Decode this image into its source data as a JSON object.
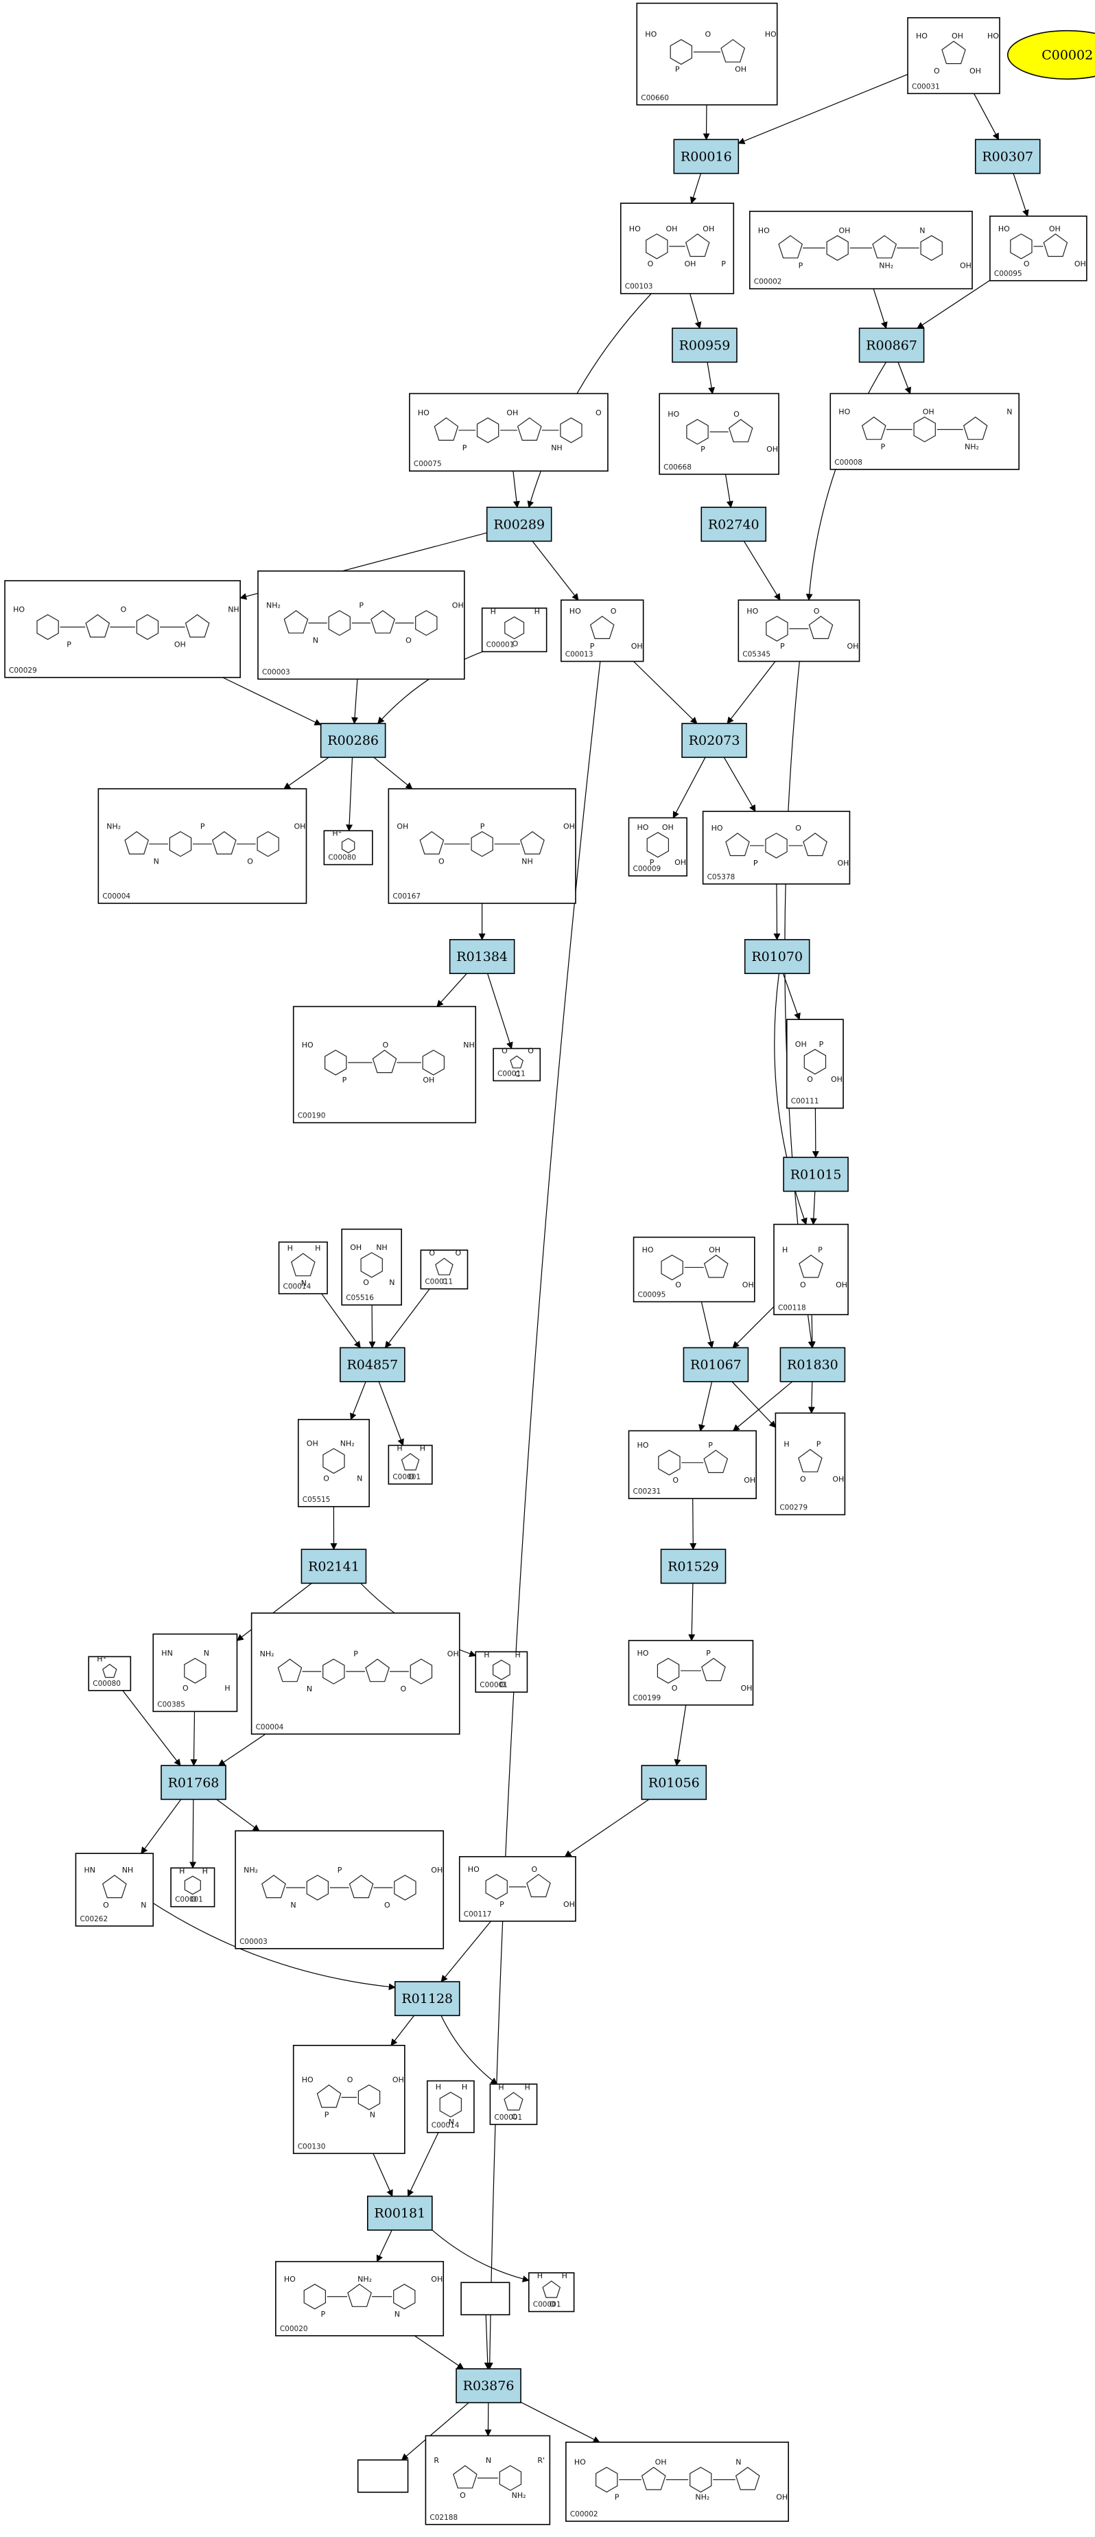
{
  "highlight": {
    "label": "C00002"
  },
  "reactions": [
    {
      "id": "R00016"
    },
    {
      "id": "R00307"
    },
    {
      "id": "R00959"
    },
    {
      "id": "R00867"
    },
    {
      "id": "R00289"
    },
    {
      "id": "R02740"
    },
    {
      "id": "R00286"
    },
    {
      "id": "R02073"
    },
    {
      "id": "R01384"
    },
    {
      "id": "R01070"
    },
    {
      "id": "R01015"
    },
    {
      "id": "R04857"
    },
    {
      "id": "R01067"
    },
    {
      "id": "R01830"
    },
    {
      "id": "R02141"
    },
    {
      "id": "R01529"
    },
    {
      "id": "R01768"
    },
    {
      "id": "R01056"
    },
    {
      "id": "R01128"
    },
    {
      "id": "R00181"
    },
    {
      "id": "R03876"
    }
  ],
  "compounds": [
    {
      "id": "C00660",
      "atoms": [
        "HO",
        "P",
        "O",
        "OH",
        "HO"
      ]
    },
    {
      "id": "C00031",
      "atoms": [
        "HO",
        "O",
        "OH",
        "OH",
        "HO"
      ]
    },
    {
      "id": "C00103",
      "atoms": [
        "HO",
        "O",
        "OH",
        "OH",
        "OH",
        "P"
      ]
    },
    {
      "id": "C00002",
      "atoms": [
        "HO",
        "P",
        "OH",
        "NH₂",
        "N",
        "OH"
      ]
    },
    {
      "id": "C00095",
      "atoms": [
        "HO",
        "O",
        "OH",
        "OH"
      ]
    },
    {
      "id": "C00075",
      "atoms": [
        "HO",
        "P",
        "OH",
        "NH",
        "O"
      ]
    },
    {
      "id": "C00668",
      "atoms": [
        "HO",
        "P",
        "O",
        "OH"
      ]
    },
    {
      "id": "C00008",
      "atoms": [
        "HO",
        "P",
        "OH",
        "NH₂",
        "N"
      ]
    },
    {
      "id": "C00029",
      "atoms": [
        "HO",
        "P",
        "O",
        "OH",
        "NH"
      ]
    },
    {
      "id": "C00003",
      "atoms": [
        "NH₂",
        "N",
        "P",
        "O",
        "OH"
      ]
    },
    {
      "id": "C00001",
      "atoms": [
        "H",
        "O",
        "H"
      ]
    },
    {
      "id": "C00013",
      "atoms": [
        "HO",
        "P",
        "O",
        "OH"
      ]
    },
    {
      "id": "C05345",
      "atoms": [
        "HO",
        "P",
        "O",
        "OH"
      ]
    },
    {
      "id": "C00004",
      "atoms": [
        "NH₂",
        "N",
        "P",
        "O",
        "OH"
      ]
    },
    {
      "id": "C00080",
      "atoms": [
        "H⁺"
      ]
    },
    {
      "id": "C00167",
      "atoms": [
        "OH",
        "O",
        "P",
        "NH",
        "OH"
      ]
    },
    {
      "id": "C00009",
      "atoms": [
        "HO",
        "P",
        "OH",
        "OH"
      ]
    },
    {
      "id": "C05378",
      "atoms": [
        "HO",
        "P",
        "O",
        "OH"
      ]
    },
    {
      "id": "C00190",
      "atoms": [
        "HO",
        "P",
        "O",
        "OH",
        "NH"
      ]
    },
    {
      "id": "C00011",
      "atoms": [
        "O",
        "C",
        "O"
      ]
    },
    {
      "id": "C00111",
      "atoms": [
        "OH",
        "O",
        "P",
        "OH"
      ]
    },
    {
      "id": "C00014",
      "atoms": [
        "H",
        "N",
        "H"
      ]
    },
    {
      "id": "C05516",
      "atoms": [
        "OH",
        "O",
        "NH",
        "N"
      ]
    },
    {
      "id": "C00118",
      "atoms": [
        "H",
        "O",
        "P",
        "OH"
      ]
    },
    {
      "id": "C05515",
      "atoms": [
        "OH",
        "O",
        "NH₂",
        "N"
      ]
    },
    {
      "id": "C00231",
      "atoms": [
        "HO",
        "O",
        "P",
        "OH"
      ]
    },
    {
      "id": "C00279",
      "atoms": [
        "H",
        "O",
        "P",
        "OH"
      ]
    },
    {
      "id": "C00385",
      "atoms": [
        "HN",
        "O",
        "N",
        "H"
      ]
    },
    {
      "id": "C00199",
      "atoms": [
        "HO",
        "O",
        "P",
        "OH"
      ]
    },
    {
      "id": "C00262",
      "atoms": [
        "HN",
        "O",
        "NH",
        "N"
      ]
    },
    {
      "id": "C00117",
      "atoms": [
        "HO",
        "P",
        "O",
        "OH"
      ]
    },
    {
      "id": "C00130",
      "atoms": [
        "HO",
        "P",
        "O",
        "N",
        "OH"
      ]
    },
    {
      "id": "C00020",
      "atoms": [
        "HO",
        "P",
        "NH₂",
        "N",
        "OH"
      ]
    },
    {
      "id": "C02188",
      "atoms": [
        "R",
        "O",
        "N",
        "NH₂",
        "R'"
      ]
    }
  ]
}
